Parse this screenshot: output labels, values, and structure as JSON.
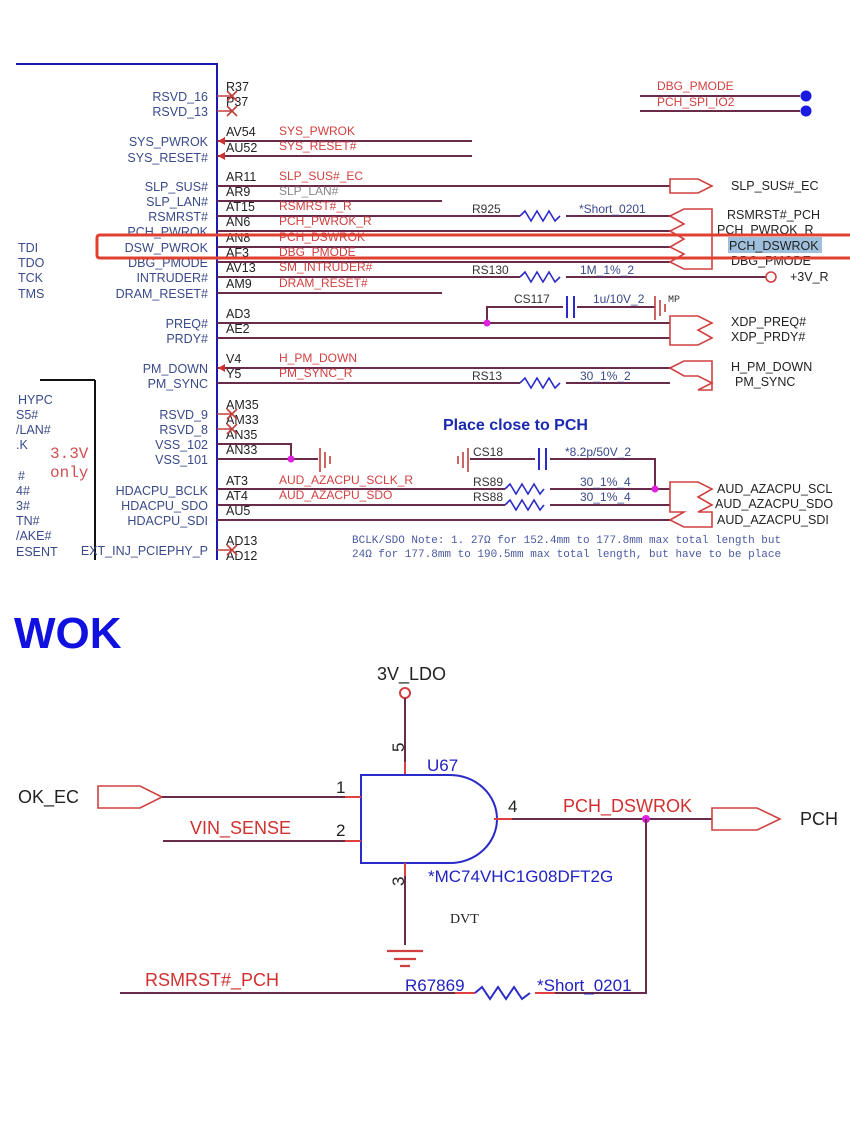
{
  "top_schematic": {
    "left_cut_labels": [
      "TDI",
      "TDO",
      "TCK",
      "TMS",
      "HYPC",
      "S5#",
      "/LAN#",
      ".K",
      "#",
      "4#",
      "3#",
      "TN#",
      "/AKE#",
      "ESENT"
    ],
    "note_3v3": [
      "3.3V",
      "only"
    ],
    "pins": [
      {
        "name": "RSVD_16",
        "num": "R37",
        "net": "",
        "nc": true
      },
      {
        "name": "RSVD_13",
        "num": "P37",
        "net": "",
        "nc": true
      },
      {
        "name": "SYS_PWROK",
        "num": "AV54",
        "net": "SYS_PWROK"
      },
      {
        "name": "SYS_RESET#",
        "num": "AU52",
        "net": "SYS_RESET#"
      },
      {
        "name": "SLP_SUS#",
        "num": "AR11",
        "net": "SLP_SUS#_EC"
      },
      {
        "name": "SLP_LAN#",
        "num": "AR9",
        "net": "SLP_LAN#"
      },
      {
        "name": "RSMRST#",
        "num": "AT15",
        "net": "RSMRST#_R"
      },
      {
        "name": "PCH_PWROK",
        "num": "AN6",
        "net": "PCH_PWROK_R"
      },
      {
        "name": "DSW_PWROK",
        "num": "AN8",
        "net": "PCH_DSWROK"
      },
      {
        "name": "DBG_PMODE",
        "num": "AF3",
        "net": "DBG_PMODE"
      },
      {
        "name": "INTRUDER#",
        "num": "AV13",
        "net": "SM_INTRUDER#"
      },
      {
        "name": "DRAM_RESET#",
        "num": "AM9",
        "net": "DRAM_RESET#"
      },
      {
        "name": "PREQ#",
        "num": "AD3",
        "net": ""
      },
      {
        "name": "PRDY#",
        "num": "AE2",
        "net": ""
      },
      {
        "name": "PM_DOWN",
        "num": "V4",
        "net": "H_PM_DOWN"
      },
      {
        "name": "PM_SYNC",
        "num": "Y5",
        "net": "PM_SYNC_R"
      },
      {
        "name": "RSVD_9",
        "num": "AM35",
        "net": "",
        "nc": true
      },
      {
        "name": "RSVD_8",
        "num": "AM33",
        "net": "",
        "nc": true
      },
      {
        "name": "VSS_102",
        "num": "AN35",
        "net": ""
      },
      {
        "name": "VSS_101",
        "num": "AN33",
        "net": ""
      },
      {
        "name": "HDACPU_BCLK",
        "num": "AT3",
        "net": "AUD_AZACPU_SCLK_R"
      },
      {
        "name": "HDACPU_SDO",
        "num": "AT4",
        "net": "AUD_AZACPU_SDO"
      },
      {
        "name": "HDACPU_SDI",
        "num": "AU5",
        "net": ""
      },
      {
        "name": "EXT_INJ_PCIEPHY_P",
        "num": "AD13",
        "net": "",
        "nc": true
      },
      {
        "name": "",
        "num": "AD12",
        "net": ""
      }
    ],
    "top_right_nets": [
      "DBG_PMODE",
      "PCH_SPI_IO2"
    ],
    "offpage_flags": [
      "SLP_SUS#_EC",
      "RSMRST#_PCH",
      "PCH_PWROK_R",
      "PCH_DSWROK",
      "DBG_PMODE",
      "XDP_PREQ#",
      "XDP_PRDY#",
      "H_PM_DOWN",
      "PM_SYNC",
      "AUD_AZACPU_SCL",
      "AUD_AZACPU_SDO",
      "AUD_AZACPU_SDI"
    ],
    "power_rail": "+3V_R",
    "components": {
      "r925": {
        "ref": "R925",
        "value": "*Short_0201"
      },
      "rs130": {
        "ref": "RS130",
        "value": "1M_1%_2"
      },
      "cs117": {
        "ref": "CS117",
        "value": "1u/10V_2",
        "tag": "MP"
      },
      "rs13": {
        "ref": "RS13",
        "value": "30_1%_2"
      },
      "cs18": {
        "ref": "CS18",
        "value": "*8.2p/50V_2"
      },
      "rs89": {
        "ref": "RS89",
        "value": "30_1%_4"
      },
      "rs88": {
        "ref": "RS88",
        "value": "30_1%_4"
      }
    },
    "place_note": "Place close to PCH",
    "bclk_note": [
      "BCLK/SDO Note: 1. 27Ω for 152.4mm to 177.8mm max total length but",
      "24Ω for 177.8mm to 190.5mm max total length, but have to be place"
    ],
    "highlight_color": "#e04030",
    "selection_color": "#9fc0dc"
  },
  "bottom_schematic": {
    "title_fragment": "WOK",
    "power": "3V_LDO",
    "input_flag": "OK_EC",
    "vin_net": "VIN_SENSE",
    "gate_ref": "U67",
    "gate_part": "*MC74VHC1G08DFT2G",
    "pins": {
      "in1": "1",
      "in2": "2",
      "gnd": "3",
      "out": "4",
      "vcc": "5"
    },
    "output_net": "PCH_DSWROK",
    "output_flag": "PCH",
    "dvt_label": "DVT",
    "rsmrst_net": "RSMRST#_PCH",
    "resistor": {
      "ref": "R67869",
      "value": "*Short_0201"
    }
  }
}
